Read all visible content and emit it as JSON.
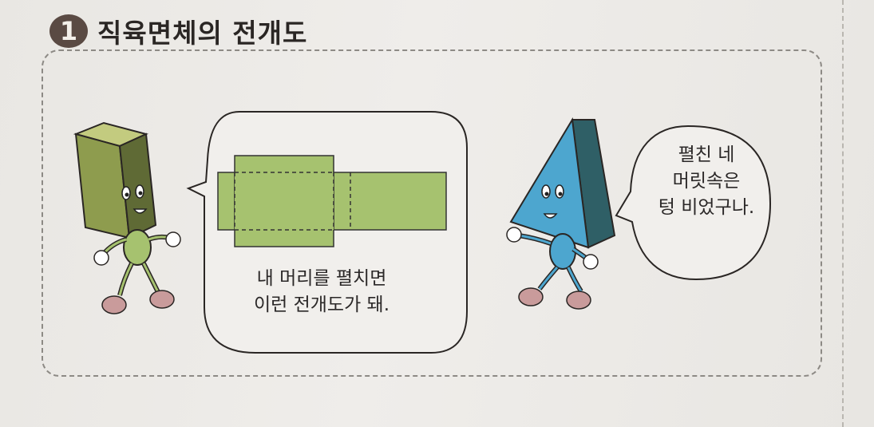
{
  "section": {
    "number": "1",
    "title": "직육면체의 전개도"
  },
  "left_character": {
    "speech_line1": "내 머리를 펼치면",
    "speech_line2": "이런 전개도가 돼."
  },
  "right_character": {
    "speech_line1": "펼친 네",
    "speech_line2": "머릿속은",
    "speech_line3": "텅 비었구나."
  },
  "colors": {
    "net_fill": "#a6c26f",
    "prism_front": "#8e9c4e",
    "prism_side": "#5f6a35",
    "prism_top": "#c3cb7f",
    "pyramid_face": "#4da6cf",
    "pyramid_side": "#2f5f66"
  }
}
